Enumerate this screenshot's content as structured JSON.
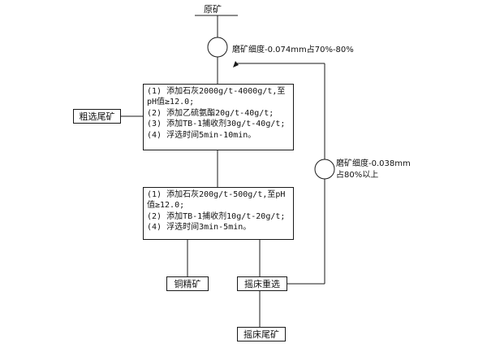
{
  "feed": {
    "label": "原矿"
  },
  "grind1": {
    "text": "磨矿细度-0.074mm占70%-80%"
  },
  "rougher": {
    "lines": [
      "(1) 添加石灰2000g/t-4000g/t,至",
      "pH值≥12.0;",
      "(2) 添加乙硫氨酯20g/t-40g/t;",
      "(3) 添加TB-1捕收剂30g/t-40g/t;",
      "(4) 浮选时间5min-10min。"
    ]
  },
  "rougher_tail": {
    "label": "粗选尾矿"
  },
  "cleaner": {
    "lines": [
      "(1) 添加石灰200g/t-500g/t,至pH",
      "值≥12.0;",
      "(2) 添加TB-1捕收剂10g/t-20g/t;",
      "(4) 浮选时间3min-5min。"
    ]
  },
  "grind2": {
    "line1": "磨矿细度-0.038mm",
    "line2": "占80%以上"
  },
  "concentrate": {
    "label": "铜精矿"
  },
  "table": {
    "label": "摇床重选"
  },
  "table_tail": {
    "label": "摇床尾矿"
  }
}
